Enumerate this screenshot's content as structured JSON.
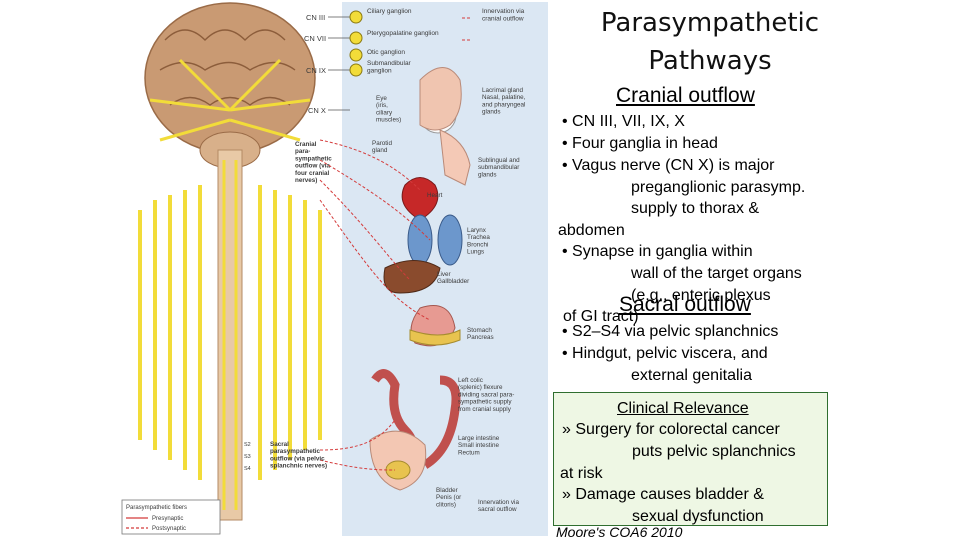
{
  "slide": {
    "title_line1": "Parasympathetic",
    "title_line2": "Pathways",
    "cranial_heading": "Cranial outflow",
    "cranial_bullets": [
      "• CN III, VII, IX, X",
      "• Four ganglia in head",
      "• Vagus nerve (CN X) is major",
      "preganglionic parasymp.",
      "supply to thorax &",
      "abdomen",
      "• Synapse in ganglia within",
      "wall of the target organs",
      "(e.g.,       enteric plexus",
      "of GI tract)"
    ],
    "sacral_heading": "Sacral outflow",
    "sacral_bullets": [
      "• S2–S4 via pelvic splanchnics",
      "• Hindgut, pelvic viscera, and",
      "external genitalia"
    ],
    "clinical_heading": "Clinical Relevance",
    "clinical_lines": [
      "» Surgery for colorectal cancer",
      "puts pelvic splanchnics",
      "at risk",
      "» Damage causes bladder &",
      "sexual dysfunction"
    ],
    "credit": "Moore's COA6 2010"
  },
  "figure": {
    "header_right": "Innervation via\ncranial outflow",
    "nerve_labels": [
      "CN III",
      "CN VII",
      "CN IX",
      "CN X"
    ],
    "ganglia": [
      "Ciliary ganglion",
      "Pterygopalatine ganglion",
      "Otic ganglion",
      "Submandibular\nganglion"
    ],
    "left_label": "Cranial\npara-\nsympathetic\noutflow (via\nfour cranial\nnerves)",
    "organ_labels": [
      "Lacrimal gland\nNasal, palatine,\nand pharyngeal\nglands",
      "Eye\n(iris,\nciliary\nmuscles)",
      "Parotid\ngland",
      "Sublingual and\nsubmandibular\nglands",
      "Heart",
      "Larynx\nTrachea\nBronchi\nLungs",
      "Liver\nGallbladder",
      "Stomach\nPancreas",
      "Left colic\n(splenic) flexure\ndividing sacral para-\nsympathetic supply\nfrom cranial supply",
      "Large intestine\nSmall intestine\nRectum",
      "Bladder\nPenis (or\nclitoris)"
    ],
    "sacral_label": "Sacral\nparasympathetic\noutflow (via pelvic\nsplanchnic nerves)",
    "spinal_labels": [
      "S2",
      "S3",
      "S4"
    ],
    "footer_right": "Innervation via\nsacral outflow",
    "legend": {
      "title": "Parasympathetic fibers",
      "items": [
        "Presynaptic",
        "Postsynaptic"
      ],
      "colors": [
        "#d64a4a",
        "#d64a4a"
      ]
    },
    "colors": {
      "nerve_yellow": "#f2dc39",
      "panel_blue": "#dbe7f3",
      "brain": "#c79b74",
      "fiber_red": "#d43b3b"
    }
  }
}
